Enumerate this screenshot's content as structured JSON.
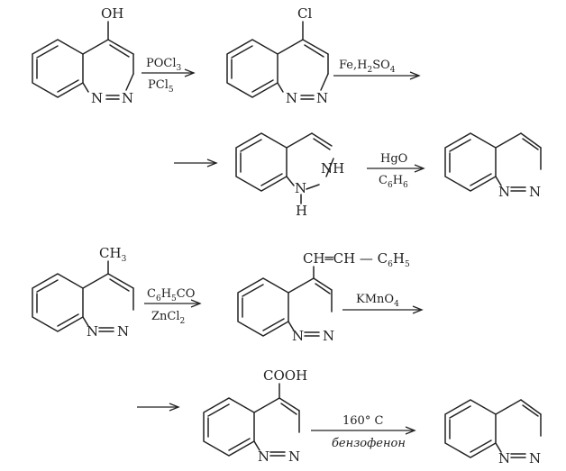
{
  "row1": {
    "m1": {
      "substituent": "OH",
      "n1": "N",
      "n2": "N"
    },
    "r1": {
      "top": "POCl",
      "top_sub": "3",
      "bottom": "PCl",
      "bottom_sub": "5"
    },
    "m2": {
      "substituent": "Cl",
      "n1": "N",
      "n2": "N"
    },
    "r2": {
      "top_a": "Fe,H",
      "top_sub1": "2",
      "top_b": "SO",
      "top_sub2": "4"
    }
  },
  "row2": {
    "m3": {
      "nh_right": "NH",
      "n_left": "N",
      "h_left": "H"
    },
    "r3": {
      "top": "HgO",
      "bottom_a": "C",
      "bottom_sub1": "6",
      "bottom_b": "H",
      "bottom_sub2": "6"
    },
    "m4": {
      "n1": "N",
      "n2": "N"
    }
  },
  "row3": {
    "m5": {
      "substituent_a": "CH",
      "substituent_sub": "3",
      "n1": "N",
      "n2": "N"
    },
    "r4": {
      "top_a": "C",
      "top_sub1": "6",
      "top_b": "H",
      "top_sub2": "5",
      "top_c": "CO",
      "bottom_a": "ZnCl",
      "bottom_sub": "2"
    },
    "m6": {
      "substituent_a": "CH═CH — C",
      "substituent_sub1": "6",
      "substituent_b": "H",
      "substituent_sub2": "5",
      "n1": "N",
      "n2": "N"
    },
    "r5": {
      "top_a": "KMnO",
      "top_sub": "4"
    }
  },
  "row4": {
    "m7": {
      "substituent": "COOH",
      "n1": "N",
      "n2": "N"
    },
    "r6": {
      "top": "160° C",
      "bottom": "бензофенон"
    },
    "m8": {
      "n1": "N",
      "n2": "N"
    }
  }
}
